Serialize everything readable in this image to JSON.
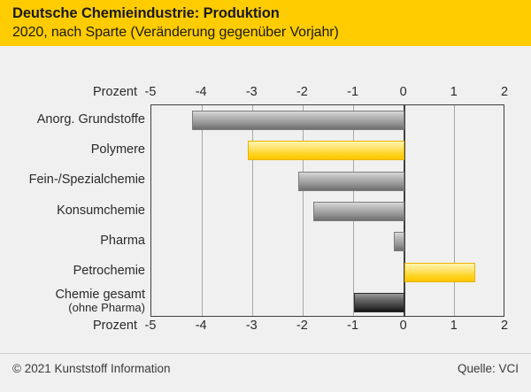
{
  "header": {
    "title": "Deutsche Chemieindustrie: Produktion",
    "subtitle": "2020, nach Sparte (Veränderung gegenüber Vorjahr)",
    "background_color": "#ffcc00"
  },
  "footer": {
    "copyright": "© 2021 Kunststoff Information",
    "source": "Quelle: VCI"
  },
  "axis": {
    "name_top": "Prozent",
    "name_bottom": "Prozent",
    "ticks": [
      "-5",
      "-4",
      "-3",
      "-2",
      "-1",
      "0",
      "1",
      "2"
    ]
  },
  "colors": {
    "header_yellow": "#ffcc00",
    "bar_yellow": "#ffd21f",
    "bar_gray": "#9a9a9a",
    "bar_dark": "#3d3d3d",
    "page_background": "#eff0ef",
    "axis_line": "#3f3f3f",
    "gridline": "#a7a7a7"
  },
  "chart_data": {
    "type": "bar",
    "orientation": "horizontal",
    "title": "Deutsche Chemieindustrie: Produktion",
    "subtitle": "2020, nach Sparte (Veränderung gegenüber Vorjahr)",
    "xlabel": "Prozent",
    "ylabel": "",
    "xlim": [
      -5,
      2
    ],
    "xticks": [
      -5,
      -4,
      -3,
      -2,
      -1,
      0,
      1,
      2
    ],
    "grid": true,
    "legend": false,
    "categories": [
      "Anorg. Grundstoffe",
      "Polymere",
      "Fein-/Spezialchemie",
      "Konsumchemie",
      "Pharma",
      "Petrochemie",
      "Chemie gesamt (ohne Pharma)"
    ],
    "values": [
      -4.2,
      -3.1,
      -2.1,
      -1.8,
      -0.2,
      1.4,
      -1.0
    ],
    "bar_styles": [
      "gray",
      "yellow",
      "gray",
      "gray",
      "gray",
      "yellow",
      "dark"
    ],
    "source": "VCI"
  },
  "categories_display": [
    {
      "line1": "Anorg. Grundstoffe",
      "line2": ""
    },
    {
      "line1": "Polymere",
      "line2": ""
    },
    {
      "line1": "Fein-/Spezialchemie",
      "line2": ""
    },
    {
      "line1": "Konsumchemie",
      "line2": ""
    },
    {
      "line1": "Pharma",
      "line2": ""
    },
    {
      "line1": "Petrochemie",
      "line2": ""
    },
    {
      "line1": "Chemie gesamt",
      "line2": "(ohne Pharma)"
    }
  ]
}
